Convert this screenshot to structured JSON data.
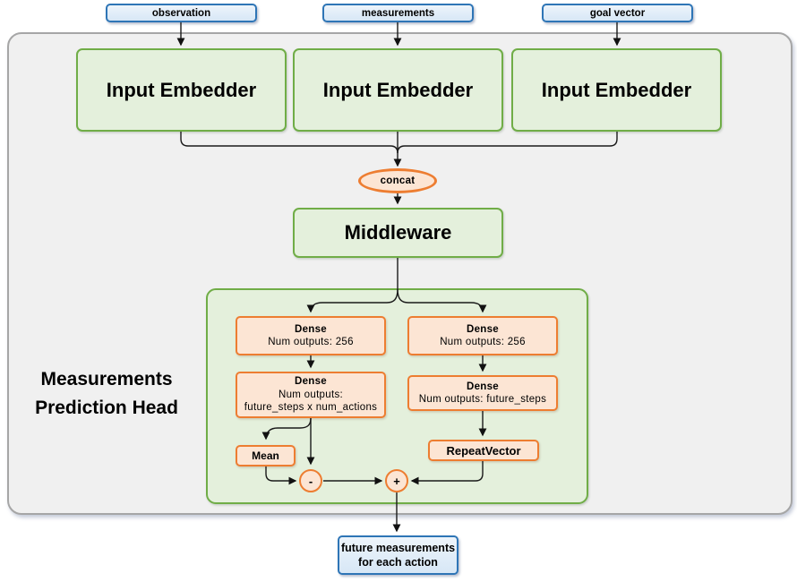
{
  "colors": {
    "blue_border": "#2E75B6",
    "blue_fill_top": "#EDF4FB",
    "blue_fill_bottom": "#D7E7F6",
    "green_border": "#70AD47",
    "green_fill": "#E4F0DC",
    "orange_border": "#ED7D31",
    "orange_fill": "#FCE5D4",
    "panel_fill": "#F0F0F0",
    "panel_border": "#A6A6A6"
  },
  "inputs": [
    {
      "label": "observation"
    },
    {
      "label": "measurements"
    },
    {
      "label": "goal vector"
    }
  ],
  "embedders": [
    {
      "label": "Input Embedder"
    },
    {
      "label": "Input Embedder"
    },
    {
      "label": "Input Embedder"
    }
  ],
  "concat": {
    "label": "concat"
  },
  "middleware": {
    "label": "Middleware"
  },
  "head": {
    "title_line1": "Measurements",
    "title_line2": "Prediction Head",
    "dense_left_1": {
      "title": "Dense",
      "subtitle": "Num outputs: 256"
    },
    "dense_right_1": {
      "title": "Dense",
      "subtitle": "Num outputs: 256"
    },
    "dense_left_2": {
      "title": "Dense",
      "subtitle_line1": "Num outputs:",
      "subtitle_line2": "future_steps x num_actions"
    },
    "dense_right_2": {
      "title": "Dense",
      "subtitle": "Num outputs: future_steps"
    },
    "mean": {
      "label": "Mean"
    },
    "repeat_vector": {
      "label": "RepeatVector"
    },
    "subtract": {
      "label": "-"
    },
    "add": {
      "label": "+"
    }
  },
  "output": {
    "line1": "future measurements",
    "line2": "for each action"
  }
}
